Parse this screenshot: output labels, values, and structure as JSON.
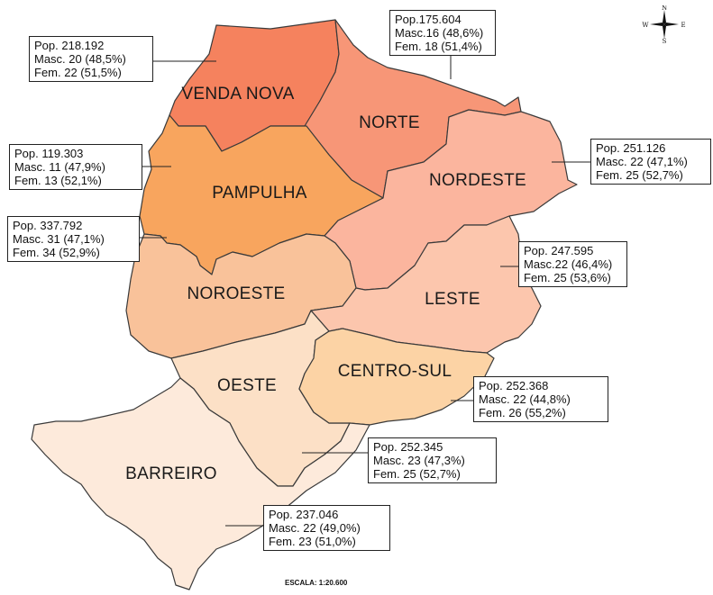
{
  "regions": [
    {
      "key": "venda_nova",
      "name": "VENDA NOVA",
      "color": "#f5825e",
      "info": {
        "pop": "Pop. 218.192",
        "masc": "Masc. 20 (48,5%)",
        "fem": "Fem.  22 (51,5%)"
      }
    },
    {
      "key": "norte",
      "name": "NORTE",
      "color": "#f79677",
      "info": {
        "pop": "Pop.175.604",
        "masc": "Masc.16 (48,6%)",
        "fem": "Fem.  18 (51,4%)"
      }
    },
    {
      "key": "pampulha",
      "name": "PAMPULHA",
      "color": "#f8a55e",
      "info": {
        "pop": "Pop. 119.303",
        "masc": "Masc. 11 (47,9%)",
        "fem": "Fem.  13 (52,1%)"
      }
    },
    {
      "key": "nordeste",
      "name": "NORDESTE",
      "color": "#fbb59e",
      "info": {
        "pop": "Pop.   251.126",
        "masc": "Masc. 22 (47,1%)",
        "fem": "Fem.   25 (52,7%)"
      }
    },
    {
      "key": "noroeste",
      "name": "NOROESTE",
      "color": "#f9c29a",
      "info": {
        "pop": "Pop. 337.792",
        "masc": "Masc.  31 (47,1%)",
        "fem": "Fem.  34 (52,9%)"
      }
    },
    {
      "key": "leste",
      "name": "LESTE",
      "color": "#fcc6ad",
      "info": {
        "pop": "Pop. 247.595",
        "masc": "Masc.22 (46,4%)",
        "fem": "Fem.  25 (53,6%)"
      }
    },
    {
      "key": "oeste",
      "name": "OESTE",
      "color": "#fce0c6",
      "info": {
        "pop": "Pop.   252.345",
        "masc": "Masc. 23 (47,3%)",
        "fem": "Fem.   25 (52,7%)"
      }
    },
    {
      "key": "centro_sul",
      "name": "CENTRO-SUL",
      "color": "#fcd3a5",
      "info": {
        "pop": "Pop.  252.368",
        "masc": "Masc. 22 (44,8%)",
        "fem": "Fem.  26 (55,2%)"
      }
    },
    {
      "key": "barreiro",
      "name": "BARREIRO",
      "color": "#fdeadb",
      "info": {
        "pop": "Pop. 237.046",
        "masc": "Masc. 22 (49,0%)",
        "fem": "Fem.  23 (51,0%)"
      }
    }
  ],
  "scale": "ESCALA: 1:20.600",
  "compass": {
    "n": "N",
    "s": "S",
    "e": "E",
    "w": "W"
  }
}
